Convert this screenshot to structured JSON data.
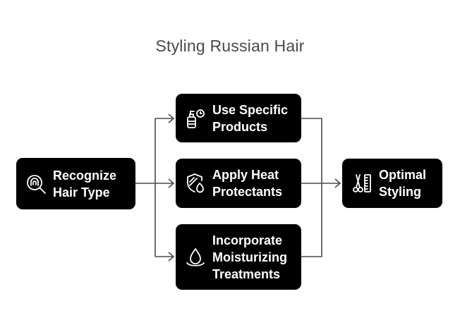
{
  "title": "Styling Russian Hair",
  "nodes": {
    "recognize": {
      "label": "Recognize\nHair Type",
      "icon": "magnifier-hair-icon"
    },
    "products": {
      "label": "Use Specific\nProducts",
      "icon": "spray-bottle-timer-icon"
    },
    "heat": {
      "label": "Apply Heat\nProtectants",
      "icon": "shield-flame-icon"
    },
    "moisture": {
      "label": "Incorporate\nMoisturizing\nTreatments",
      "icon": "water-drop-icon"
    },
    "optimal": {
      "label": "Optimal\nStyling",
      "icon": "comb-scissors-icon"
    }
  },
  "colors": {
    "node_fill": "#000000",
    "node_text": "#ffffff",
    "connector": "#4a4a4a",
    "title": "#4a4a4a"
  }
}
